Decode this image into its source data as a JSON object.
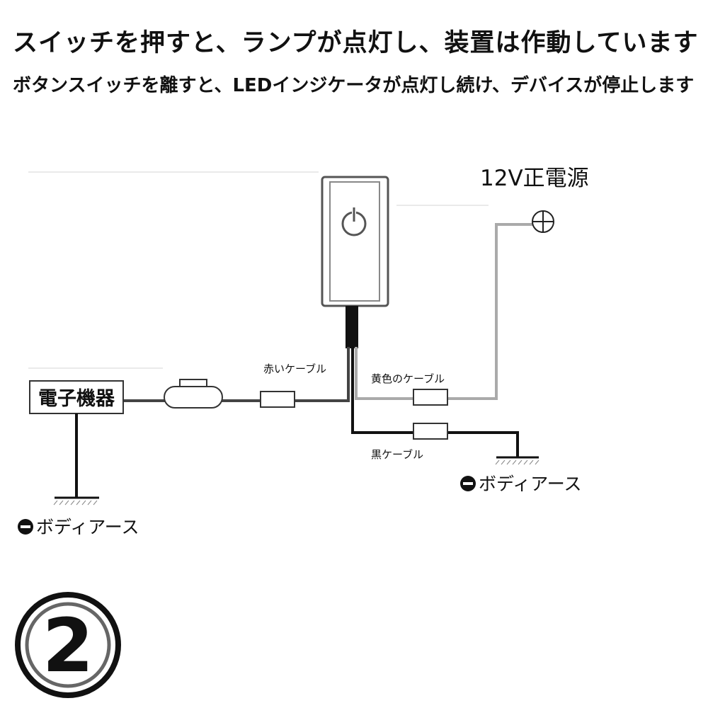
{
  "headings": {
    "line1": "スイッチを押すと、ランプが点灯し、装置は作動しています",
    "line2": "ボタンスイッチを離すと、LEDインジケータが点灯し続け、デバイスが停止します"
  },
  "diagram": {
    "power_label": "12V正電源",
    "device_label": "電子機器",
    "red_cable_label": "赤いケーブル",
    "yellow_cable_label": "黄色のケーブル",
    "black_cable_label": "黒ケーブル",
    "ground_label_right": "ボディアース",
    "ground_label_left": "ボディアース",
    "step_number": "2"
  },
  "icons": {
    "switch_symbol": "power-icon",
    "positive_terminal": "plus-circle-icon",
    "ground_minus": "minus-circle-icon"
  },
  "colors": {
    "positive_wire": "#a8a8a8",
    "ground_wire": "#111111",
    "switch_border": "#555555"
  }
}
